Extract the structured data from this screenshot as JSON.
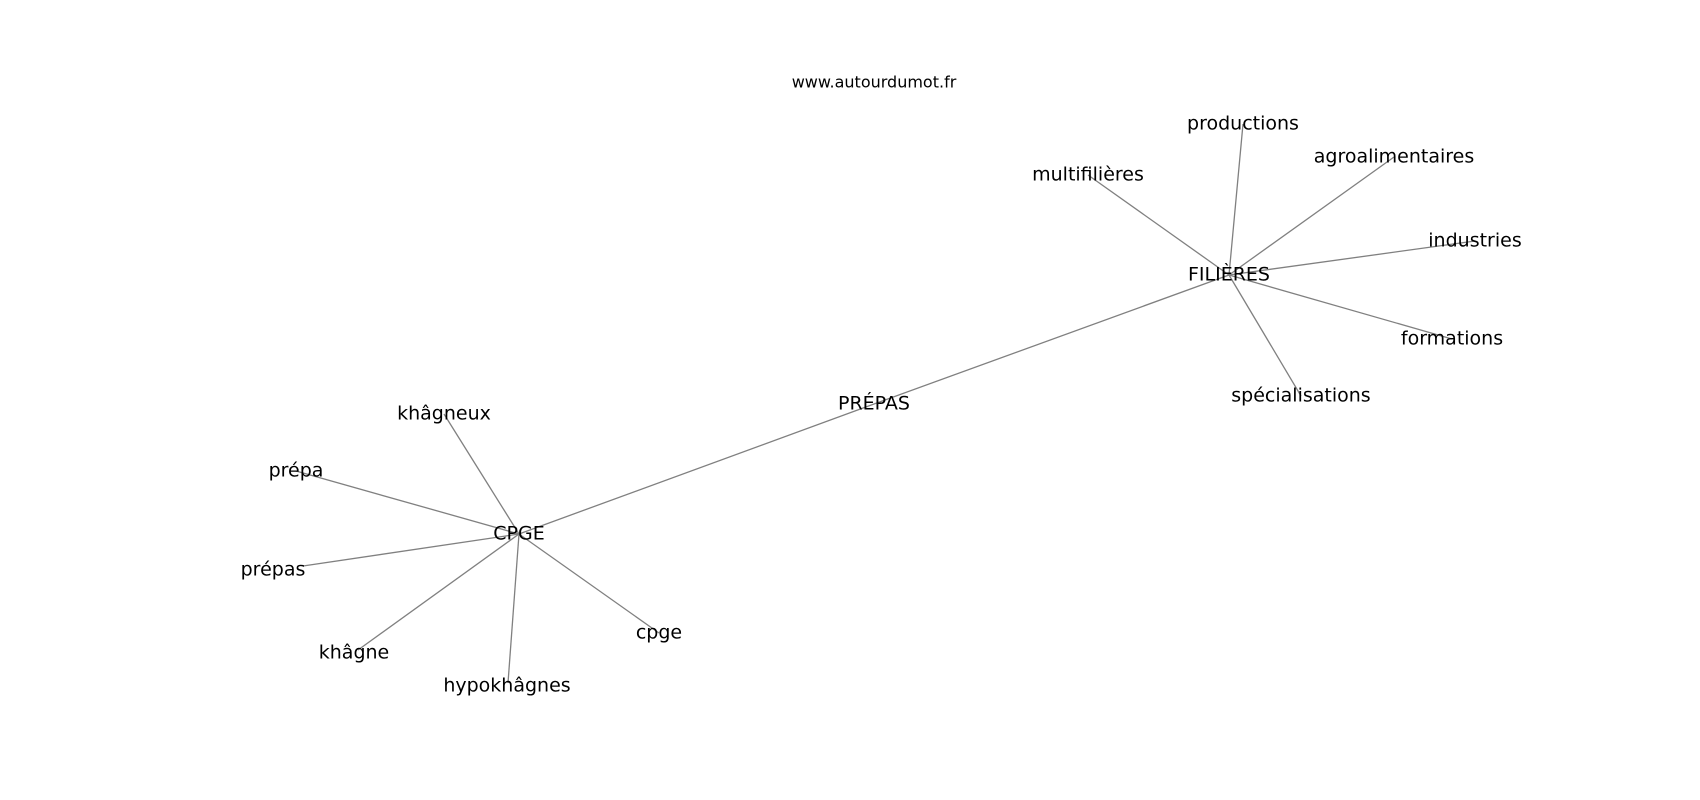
{
  "site": "www.autourdumot.fr",
  "center_word": "PRÉPAS",
  "hubs": [
    {
      "word": "FILIÈRES",
      "neighbors": [
        "productions",
        "agroalimentaires",
        "multifilières",
        "industries",
        "formations",
        "spécialisations"
      ]
    },
    {
      "word": "CPGE",
      "neighbors": [
        "khâgneux",
        "prépa",
        "prépas",
        "khâgne",
        "hypokhâgnes",
        "cpge"
      ]
    }
  ],
  "colors": {
    "edge": "#808080",
    "text": "#000000",
    "background": "#ffffff"
  }
}
